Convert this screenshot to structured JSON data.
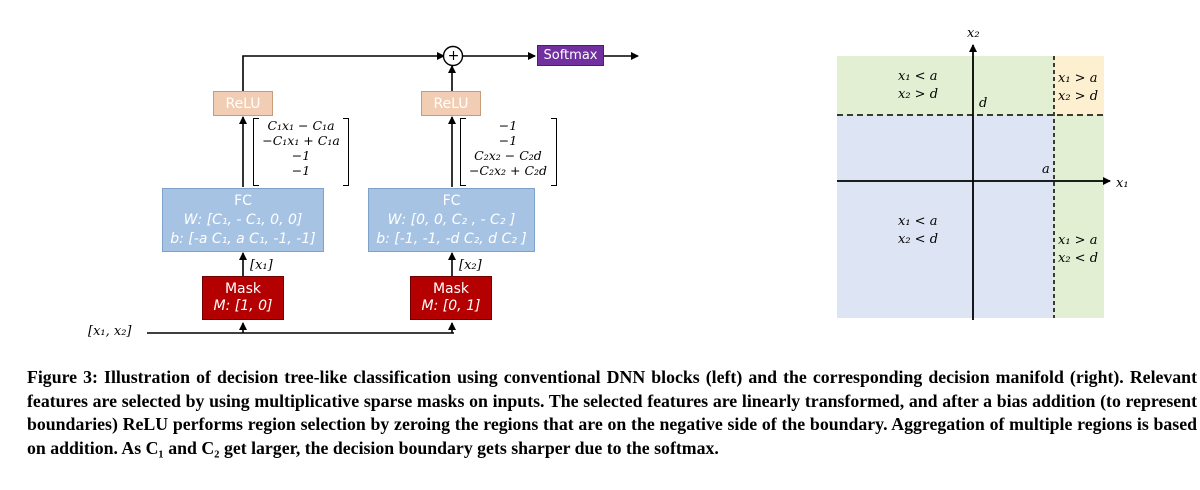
{
  "left_diagram": {
    "input_label": "[x₁, x₂]",
    "softmax_label": "Softmax",
    "plus_symbol": "+",
    "branch1": {
      "relu_label": "ReLU",
      "fc_title": "FC",
      "fc_w": "W: [C₁, - C₁, 0, 0]",
      "fc_b": "b: [-a C₁, a C₁, -1, -1]",
      "mask_title": "Mask",
      "mask_m": "M: [1, 0]",
      "mask_out": "[x₁]",
      "relu_in_vector": [
        "C₁x₁ − C₁a",
        "−C₁x₁ + C₁a",
        "−1",
        "−1"
      ]
    },
    "branch2": {
      "relu_label": "ReLU",
      "fc_title": "FC",
      "fc_w": "W: [0, 0, C₂ , - C₂ ]",
      "fc_b": "b: [-1, -1, -d C₂, d C₂ ]",
      "mask_title": "Mask",
      "mask_m": "M: [0, 1]",
      "mask_out": "[x₂]",
      "relu_in_vector": [
        "−1",
        "−1",
        "C₂x₂ − C₂d",
        "−C₂x₂ + C₂d"
      ]
    }
  },
  "right_diagram": {
    "x_axis_label": "x₁",
    "y_axis_label": "x₂",
    "a_label": "a",
    "d_label": "d",
    "regions": {
      "top_left": [
        "x₁ < a",
        "x₂ > d"
      ],
      "top_right": [
        "x₁ > a",
        "x₂ > d"
      ],
      "bottom_left": [
        "x₁ < a",
        "x₂ < d"
      ],
      "bottom_right": [
        "x₁ > a",
        "x₂ < d"
      ]
    },
    "colors": {
      "green": "#e3efd3",
      "blue": "#dde5f4",
      "yellow": "#fdf0d0"
    }
  },
  "caption": {
    "text": "Figure 3: Illustration of decision tree-like classification using conventional DNN blocks (left) and the corresponding decision manifold (right). Relevant features are selected by using multiplicative sparse masks on inputs. The selected features are linearly transformed, and after a bias addition (to represent boundaries) ReLU performs region selection by zeroing the regions that are on the negative side of the boundary. Aggregation of multiple regions is based on addition. As C₁ and C₂ get larger, the decision boundary gets sharper due to the softmax."
  }
}
